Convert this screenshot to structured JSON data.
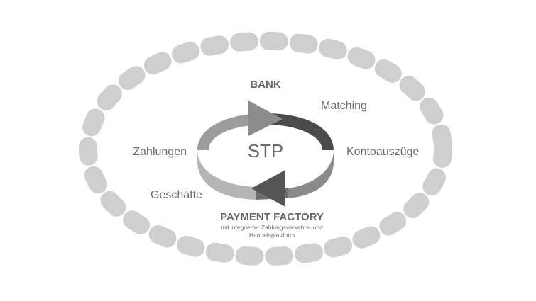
{
  "center": {
    "label": "STP"
  },
  "top": {
    "label": "BANK"
  },
  "bottom": {
    "title": "PAYMENT FACTORY",
    "subtitle_line1": "mit integrierter Zahlungsverkehrs- und",
    "subtitle_line2": "Handelsplattform"
  },
  "processes": {
    "matching": "Matching",
    "statements": "Kontoauszüge",
    "payments": "Zahlungen",
    "transactions": "Geschäfte"
  },
  "colors": {
    "dash_ring": "#cfcfcf",
    "arrow_light": "#9a9a9a",
    "arrow_mid": "#7d7d7d",
    "arrow_dark": "#4a4a4a",
    "text": "#6b6b6b"
  }
}
